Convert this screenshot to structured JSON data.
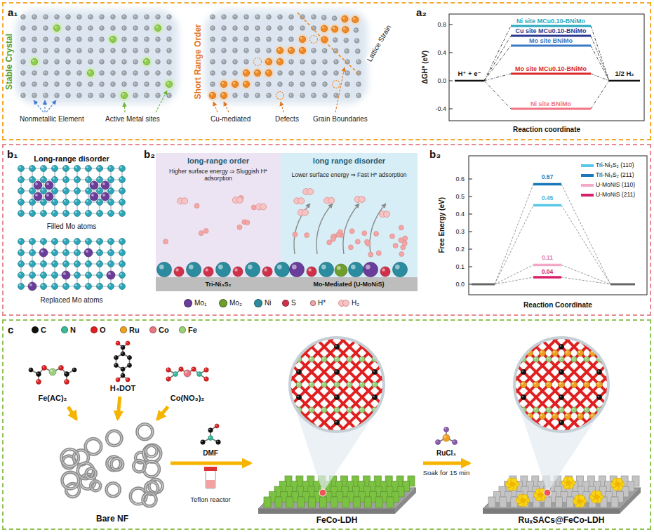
{
  "diagram": {
    "nodes": [
      {
        "text": [
          "a₁",
          "a₂"
        ]
      },
      {
        "text": [
          "b₁",
          "b₂",
          "b₃"
        ]
      },
      {
        "text": [
          "long-range order",
          "Higher surface energy ⇒ Sluggish H* adsorption"
        ],
        "in": 1
      },
      {
        "text": [
          "long range disorder",
          "Lower surface energy ⇒ Fast H* adsorption"
        ],
        "in": 1
      },
      {
        "text": [
          "Tri-Ni₃S₂",
          "Mo-Mediated (U-MoNiS)"
        ],
        "in": 1
      },
      {
        "text": [
          "c"
        ]
      },
      {
        "text": [
          "Fe(AC)₂"
        ],
        "in": 5
      },
      {
        "text": [
          "H₄DOT"
        ],
        "in": 5
      },
      {
        "text": [
          "Co(NO₃)₂"
        ],
        "in": 5
      },
      {
        "text": [
          "Bare NF"
        ],
        "in": 5
      },
      {
        "text": [
          "FeCo-LDH"
        ],
        "in": 5
      },
      {
        "text": [
          "RuₓSACs@FeCo-LDH"
        ],
        "in": 5
      }
    ],
    "edges": [
      {
        "from": 6,
        "to": 9,
        "arrow": "to"
      },
      {
        "from": 7,
        "to": 9,
        "arrow": "to"
      },
      {
        "from": 8,
        "to": 9,
        "arrow": "to"
      },
      {
        "from": 9,
        "to": 10,
        "label": "DMF",
        "arrow": "to"
      },
      {
        "from": 10,
        "to": 11,
        "label": "RuCl₃",
        "arrow": "to"
      }
    ],
    "labels": [
      "Stable Crystal",
      "Nonmetallic Element",
      "Active Metal sites",
      "Short Range Order",
      "Cu-mediated",
      "Defects",
      "Grain Boundaries",
      "Lattice Strain",
      "ΔGH* (eV)",
      "0.8",
      "0.4",
      "0.0",
      "-0.4",
      "Ni site MCu0.10-BNiMo",
      "Cu site MCu0.10-BNiMo",
      "Mo site BNiMo",
      "Mo site MCu0.10-BNiMo",
      "Ni site BNiMo",
      "H⁺ + e⁻",
      "1/2 H₂",
      "Reaction coordinate",
      "Long-range disorder",
      "Filled Mo atoms",
      "Replaced Mo atoms",
      "Free Energy (eV)",
      "0.0",
      "0.1",
      "0.2",
      "0.3",
      "0.4",
      "0.5",
      "0.6",
      "0.57",
      "0.45",
      "0.11",
      "0.04",
      "Reaction Coordinate",
      "Teflon reactor",
      "Soak for 15 min"
    ],
    "legend": [
      {
        "text": "Mo₁",
        "color": "#6a3d9a"
      },
      {
        "text": "Mo₂",
        "color": "#6f9e2c"
      },
      {
        "text": "Ni",
        "color": "#2a8c9e"
      },
      {
        "text": "S",
        "color": "#d0304a"
      },
      {
        "text": "H*",
        "color": "#f4a6a6"
      },
      {
        "text": "H₂"
      },
      {
        "text": "Tri-Ni₃S₂ (110)",
        "color": "#5ac8e8"
      },
      {
        "text": "Tri-Ni₃S₂ (211)",
        "color": "#1a78b8"
      },
      {
        "text": "U-MoNiS (110)",
        "color": "#f4a8c8"
      },
      {
        "text": "U-MoNiS (211)",
        "color": "#d8206a"
      },
      {
        "text": "C",
        "color": "#111111"
      },
      {
        "text": "N",
        "color": "#3ab89a"
      },
      {
        "text": "O",
        "color": "#e02020"
      },
      {
        "text": "Ru",
        "color": "#f0a020"
      },
      {
        "text": "Co",
        "color": "#e87880"
      },
      {
        "text": "Fe",
        "color": "#9ad07a"
      }
    ]
  }
}
